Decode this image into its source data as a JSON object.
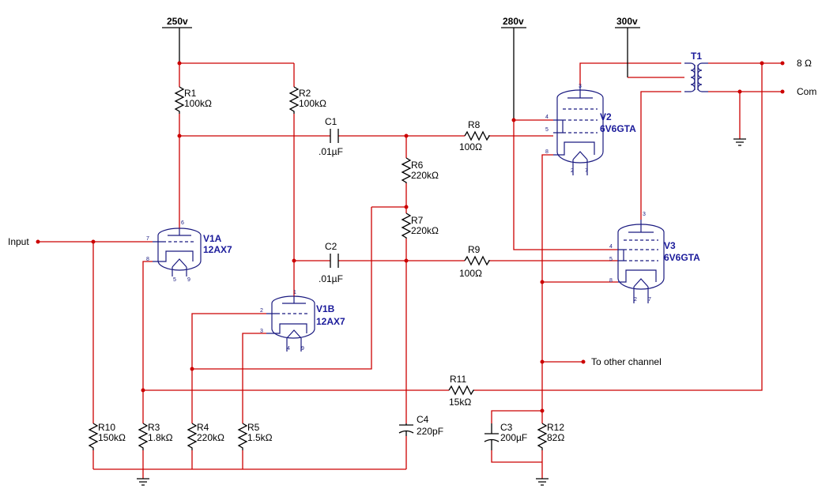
{
  "supplies": {
    "v250": "250v",
    "v280": "280v",
    "v300": "300v"
  },
  "io": {
    "input": "Input",
    "out8": "8 Ω",
    "com": "Com",
    "other": "To other channel"
  },
  "resistors": {
    "R1": {
      "ref": "R1",
      "value": "100kΩ"
    },
    "R2": {
      "ref": "R2",
      "value": "100kΩ"
    },
    "R3": {
      "ref": "R3",
      "value": "1.8kΩ"
    },
    "R4": {
      "ref": "R4",
      "value": "220kΩ"
    },
    "R5": {
      "ref": "R5",
      "value": "1.5kΩ"
    },
    "R6": {
      "ref": "R6",
      "value": "220kΩ"
    },
    "R7": {
      "ref": "R7",
      "value": "220kΩ"
    },
    "R8": {
      "ref": "R8",
      "value": "100Ω"
    },
    "R9": {
      "ref": "R9",
      "value": "100Ω"
    },
    "R10": {
      "ref": "R10",
      "value": "150kΩ"
    },
    "R11": {
      "ref": "R11",
      "value": "15kΩ"
    },
    "R12": {
      "ref": "R12",
      "value": "82Ω"
    }
  },
  "capacitors": {
    "C1": {
      "ref": "C1",
      "value": ".01µF"
    },
    "C2": {
      "ref": "C2",
      "value": ".01µF"
    },
    "C3": {
      "ref": "C3",
      "value": "200µF"
    },
    "C4": {
      "ref": "C4",
      "value": "220pF"
    }
  },
  "tubes": {
    "V1A": {
      "ref": "V1A",
      "type": "12AX7",
      "pins": [
        "6",
        "7",
        "8",
        "5",
        "9"
      ]
    },
    "V1B": {
      "ref": "V1B",
      "type": "12AX7",
      "pins": [
        "1",
        "2",
        "3",
        "4",
        "9"
      ]
    },
    "V2": {
      "ref": "V2",
      "type": "6V6GTA",
      "pins": [
        "3",
        "4",
        "5",
        "8",
        "2",
        "7"
      ]
    },
    "V3": {
      "ref": "V3",
      "type": "6V6GTA",
      "pins": [
        "3",
        "4",
        "5",
        "8",
        "2",
        "7"
      ]
    }
  },
  "transformer": {
    "ref": "T1"
  }
}
